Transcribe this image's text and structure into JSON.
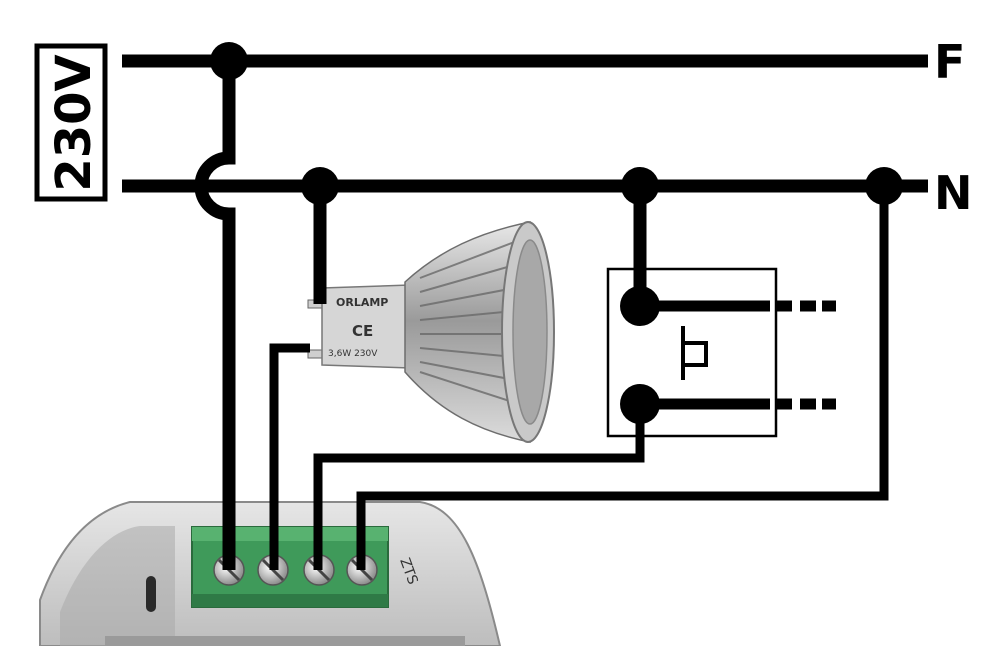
{
  "voltage_label": "230V",
  "line_labels": {
    "phase": "F",
    "neutral": "N"
  },
  "bulb": {
    "brand": "ORLAMP",
    "spec": "3,6W 230V",
    "ce_mark": "CE"
  },
  "module": {
    "terminal_count": 4,
    "marking": "ZTS"
  },
  "colors": {
    "wire": "#000000",
    "terminal_block": "#3f9a5a",
    "module_body": "#cfcfcf",
    "bulb_body": "#b8b8b8"
  }
}
